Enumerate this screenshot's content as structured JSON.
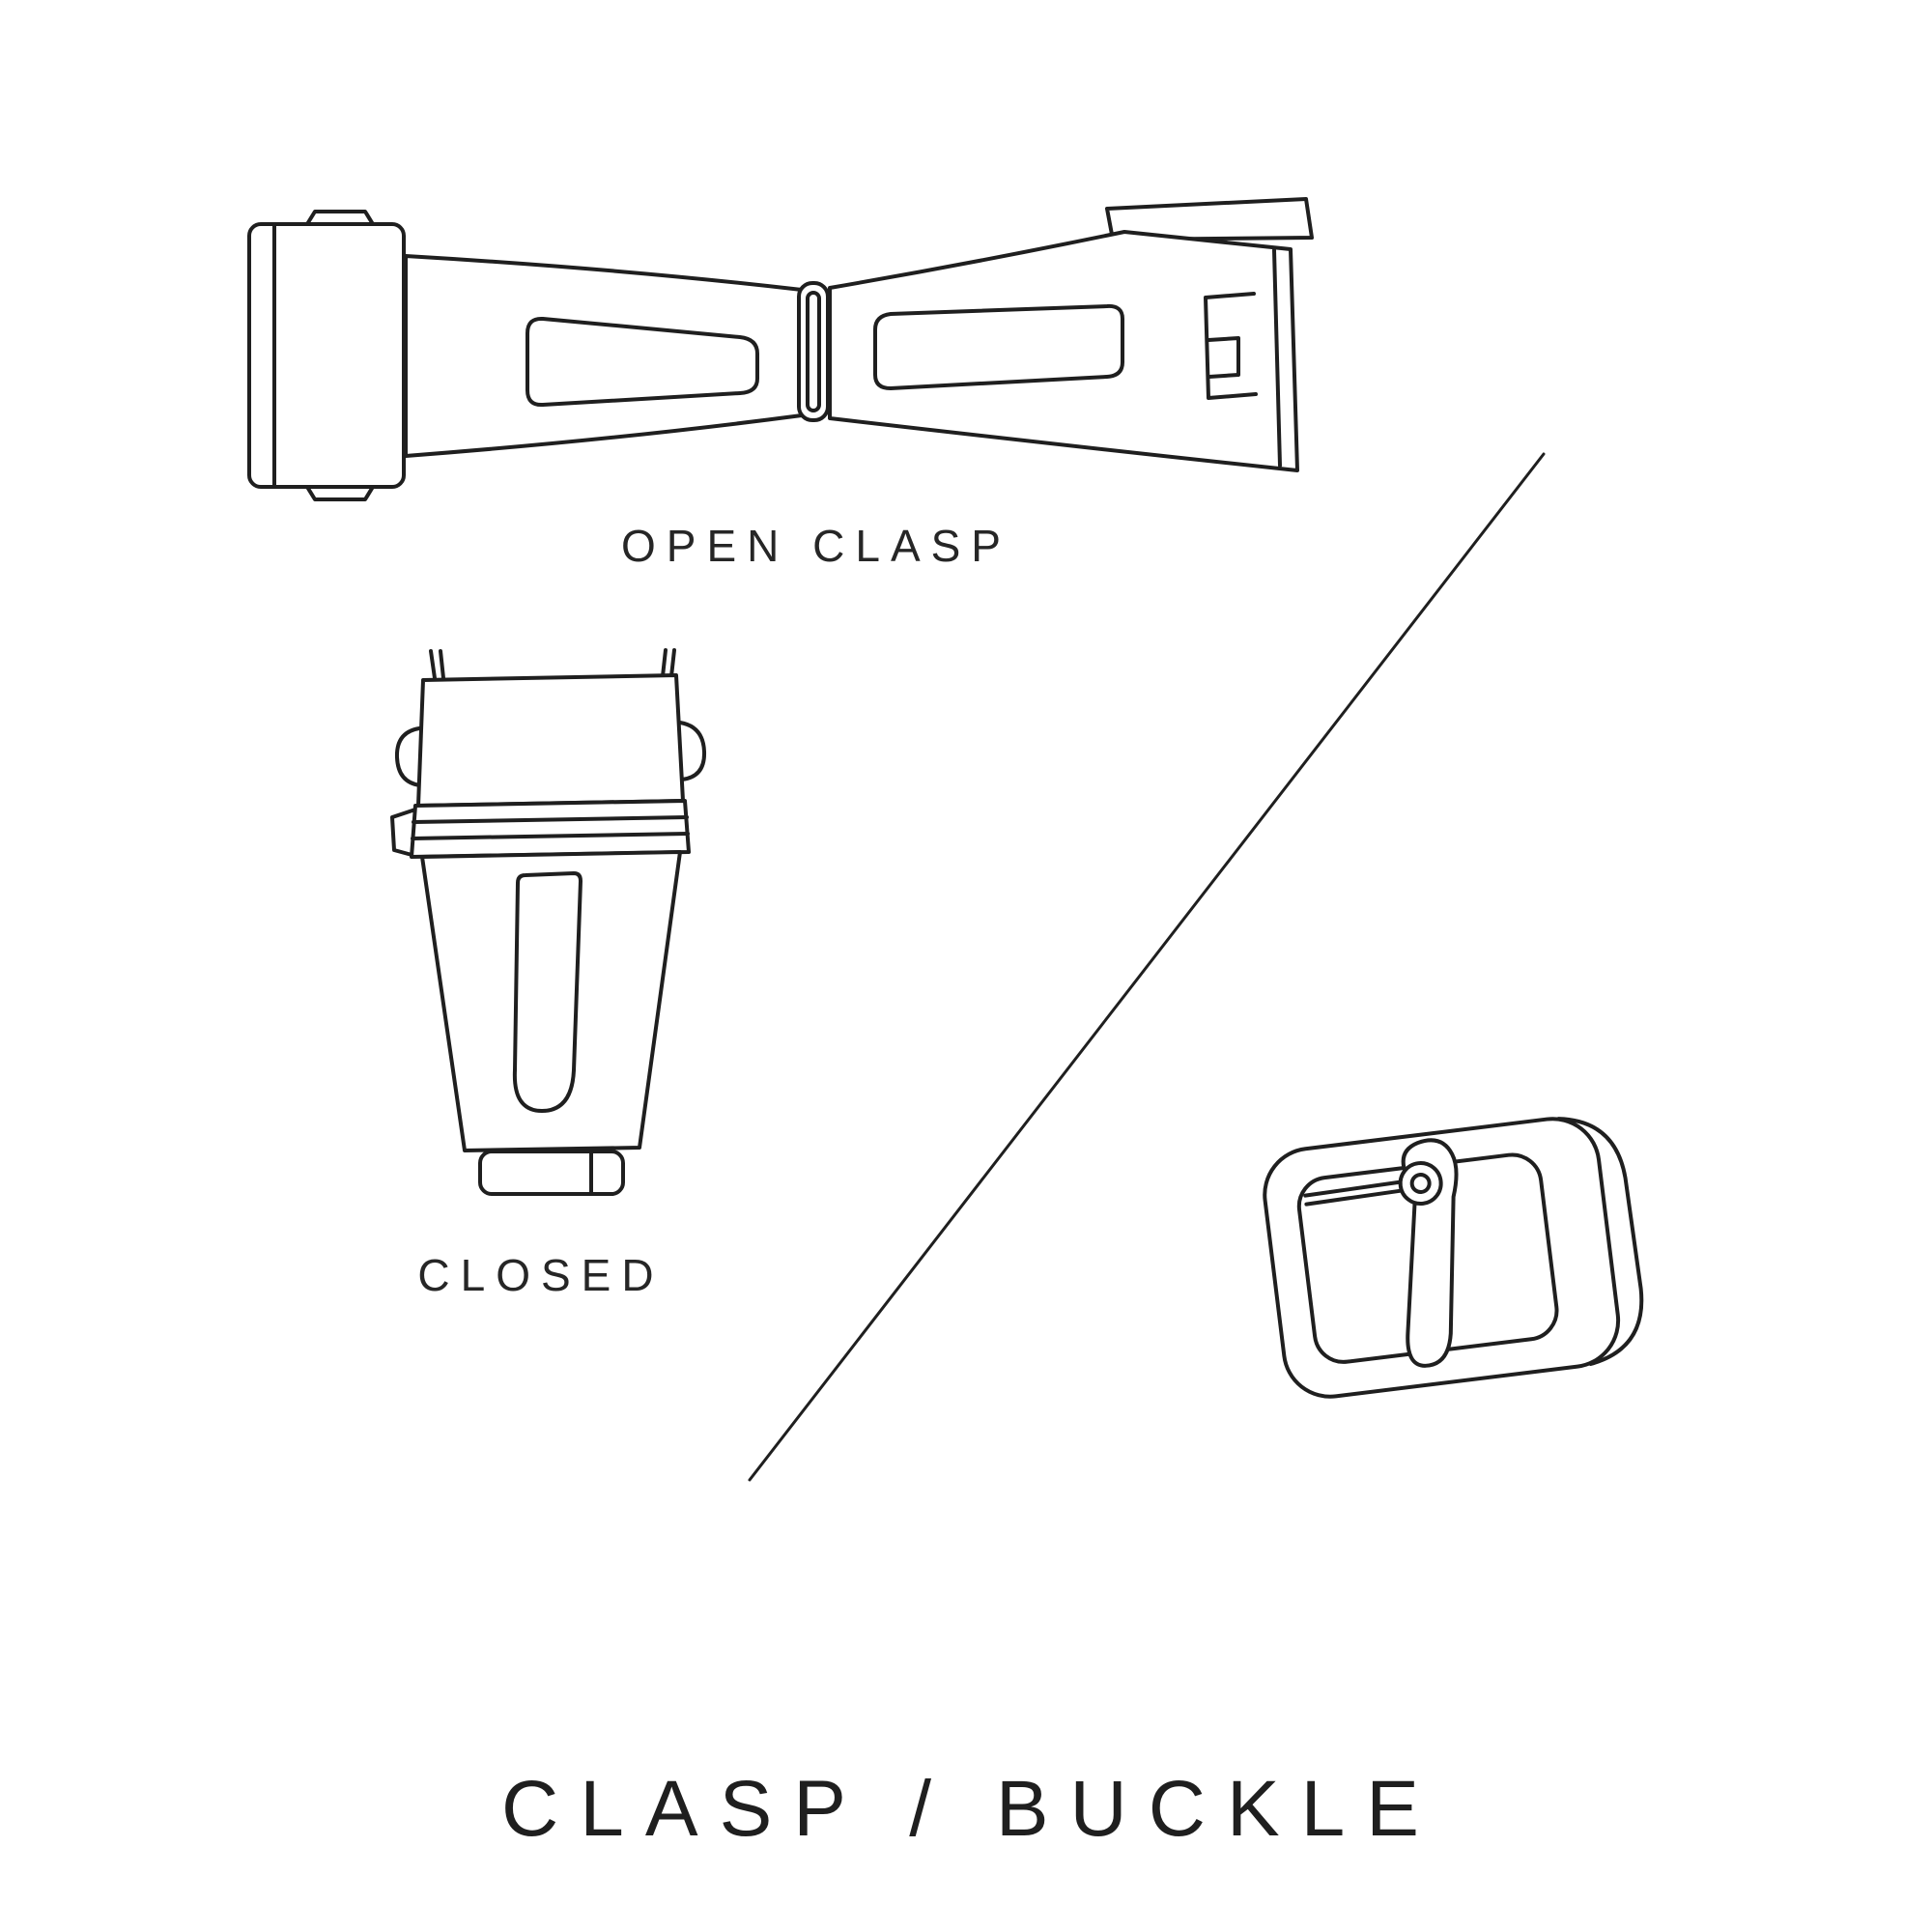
{
  "colors": {
    "background": "#ffffff",
    "ink": "#1f1f1f"
  },
  "labels": {
    "open_clasp": "OPEN CLASP",
    "closed": "CLOSED"
  },
  "title": "CLASP / BUCKLE",
  "illustrations": [
    {
      "name": "open-clasp-illustration",
      "description": "watch deployant clasp shown opened flat"
    },
    {
      "name": "closed-clasp-illustration",
      "description": "watch deployant clasp shown closed"
    },
    {
      "name": "tang-buckle-illustration",
      "description": "watch strap tang buckle with prong"
    }
  ]
}
